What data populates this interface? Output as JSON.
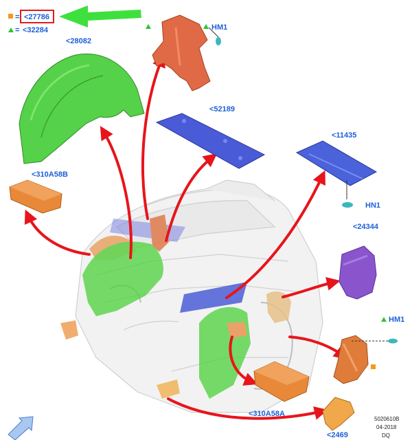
{
  "legend": {
    "square_eq": "=",
    "triangle_eq": "=",
    "square_ref": "<27786",
    "triangle_ref": "<32284",
    "square_color": "#f39a1e",
    "triangle_color": "#2fc42f",
    "highlight_color": "#e21b1b"
  },
  "parts": {
    "p28082": "<28082",
    "p52189": "<52189",
    "p11435": "<11435",
    "p310a58b": "<310A58B",
    "p24344": "<24344",
    "p310a58a": "<310A58A",
    "p2469": "<2469",
    "hm1_top": "HM1",
    "hn1": "HN1",
    "hm1_right": "HM1"
  },
  "footer": {
    "code": "5020610B",
    "date": "04-2018",
    "author": "DQ"
  },
  "colors": {
    "label": "#1d5fd8",
    "arrow": "#e8141b",
    "green_part": "#56d14a",
    "blue_part": "#4a5bd8",
    "orange_part": "#e88a3a",
    "red_part": "#e06a45",
    "purple_part": "#8a55cc"
  },
  "icons": [
    "orange-square-icon",
    "green-triangle-icon",
    "green-pointer-arrow-icon",
    "nav-arrow-icon",
    "fastener-icon"
  ]
}
